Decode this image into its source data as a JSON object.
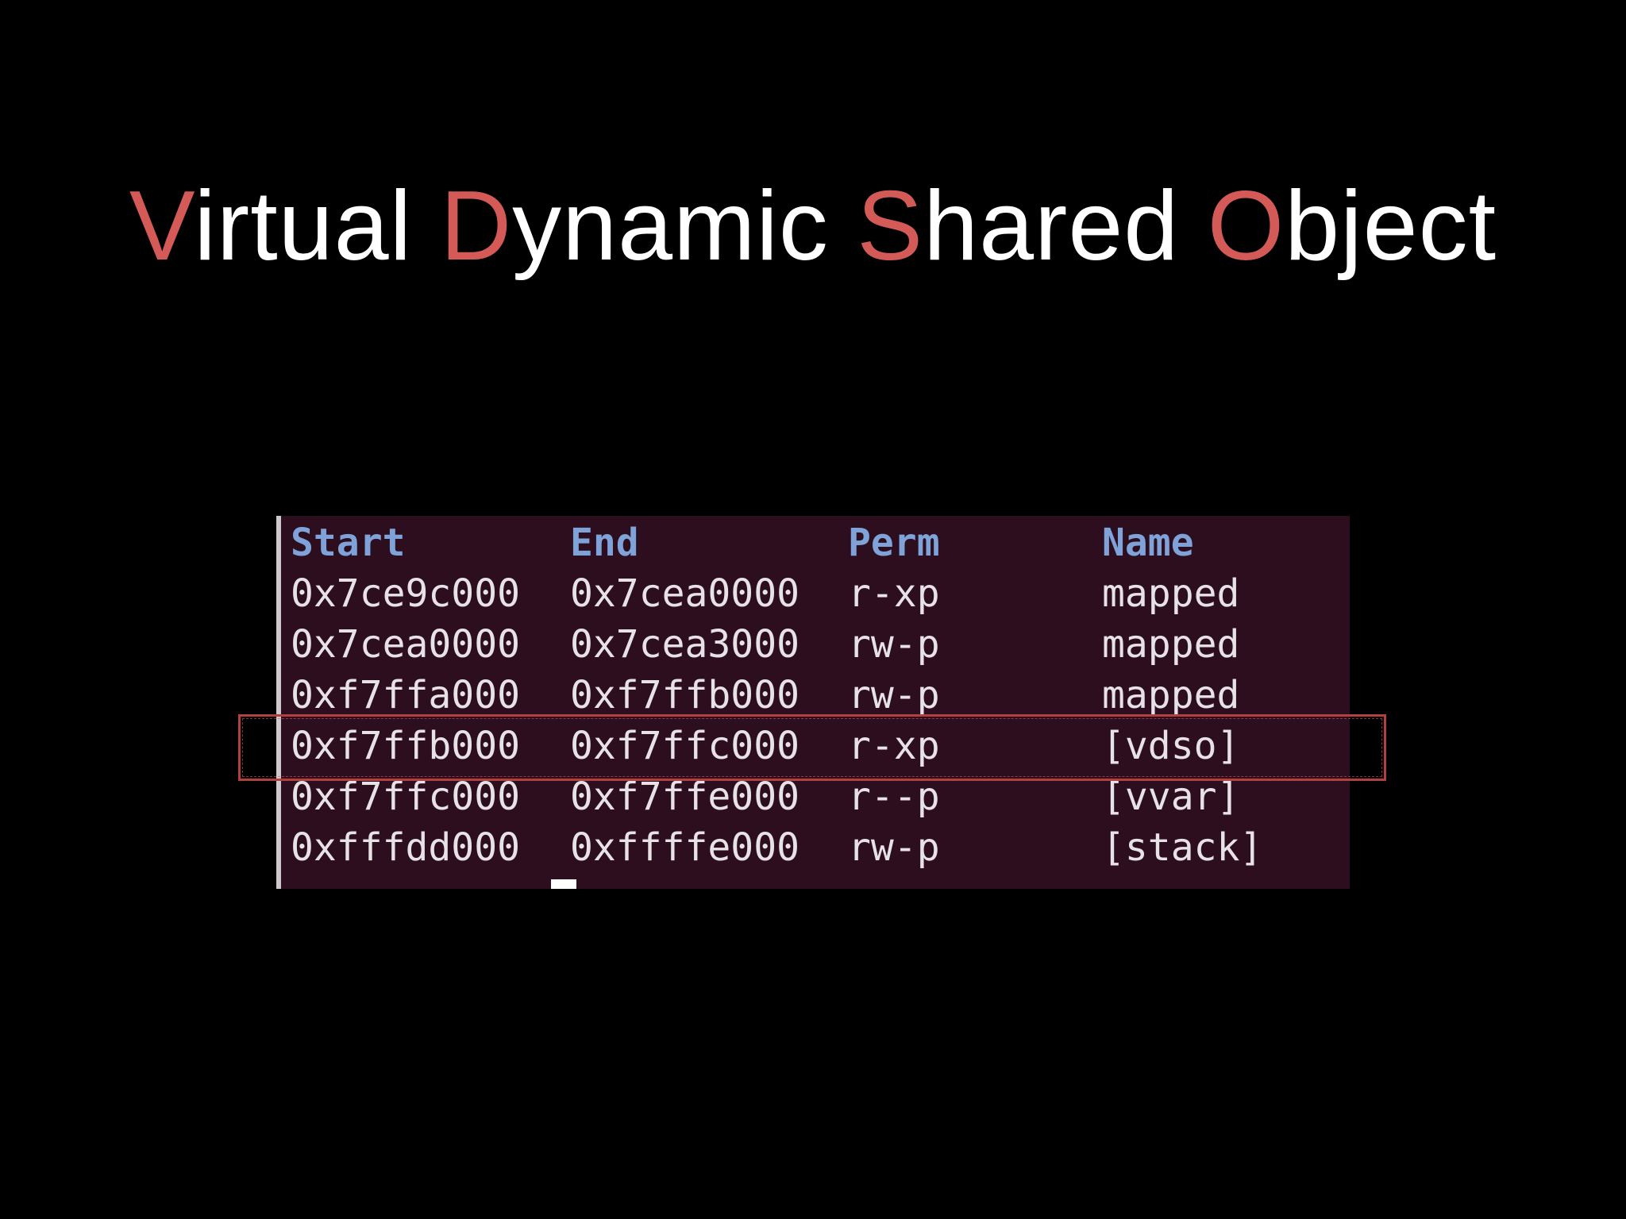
{
  "slide": {
    "title_words": [
      {
        "initial": "V",
        "rest": "irtual"
      },
      {
        "initial": "D",
        "rest": "ynamic"
      },
      {
        "initial": "S",
        "rest": "hared"
      },
      {
        "initial": "O",
        "rest": "bject"
      }
    ],
    "accent_color": "#d45a57",
    "text_color": "#ffffff",
    "background_color": "#000000"
  },
  "terminal": {
    "background_color": "#2c0e1f",
    "header_color": "#7fa3d8",
    "columns": [
      "Start",
      "End",
      "Perm",
      "Name"
    ],
    "rows": [
      {
        "start": "0x7ce9c000",
        "end": "0x7cea0000",
        "perm": "r-xp",
        "name": "mapped"
      },
      {
        "start": "0x7cea0000",
        "end": "0x7cea3000",
        "perm": "rw-p",
        "name": "mapped"
      },
      {
        "start": "0xf7ffa000",
        "end": "0xf7ffb000",
        "perm": "rw-p",
        "name": "mapped"
      },
      {
        "start": "0xf7ffb000",
        "end": "0xf7ffc000",
        "perm": "r-xp",
        "name": "[vdso]"
      },
      {
        "start": "0xf7ffc000",
        "end": "0xf7ffe000",
        "perm": "r--p",
        "name": "[vvar]"
      },
      {
        "start": "0xfffdd000",
        "end": "0xffffe000",
        "perm": "rw-p",
        "name": "[stack]"
      }
    ],
    "highlighted_row": 3,
    "highlight_color": "#b2403f"
  }
}
